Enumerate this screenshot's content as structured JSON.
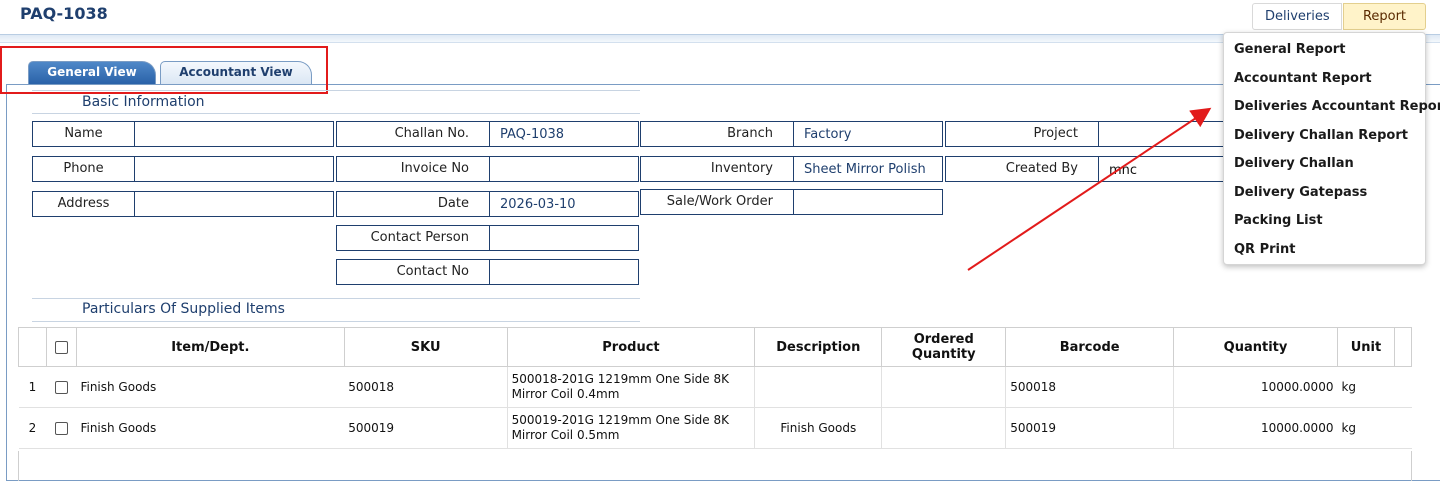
{
  "header": {
    "title": "PAQ-1038",
    "deliveries_label": "Deliveries",
    "report_label": "Report"
  },
  "tabs": [
    {
      "label": "General View"
    },
    {
      "label": "Accountant View"
    }
  ],
  "basic_info": {
    "title": "Basic Information",
    "name_label": "Name",
    "name_value": "",
    "phone_label": "Phone",
    "phone_value": "",
    "address_label": "Address",
    "address_value": "",
    "challan_label": "Challan No.",
    "challan_value": "PAQ-1038",
    "invoice_label": "Invoice No",
    "invoice_value": "",
    "date_label": "Date",
    "date_value": "2026-03-10",
    "contact_person_label": "Contact Person",
    "contact_person_value": "",
    "contact_no_label": "Contact No",
    "contact_no_value": "",
    "branch_label": "Branch",
    "branch_value": "Factory",
    "inventory_label": "Inventory",
    "inventory_value": "Sheet Mirror Polish",
    "sale_order_label": "Sale/Work Order",
    "sale_order_value": "",
    "project_label": "Project",
    "project_value": "",
    "created_by_label": "Created By",
    "created_by_value": "mnc"
  },
  "items": {
    "title": "Particulars Of Supplied Items",
    "headers": {
      "item": "Item/Dept.",
      "sku": "SKU",
      "product": "Product",
      "description": "Description",
      "ordered_quantity": "Ordered Quantity",
      "barcode": "Barcode",
      "quantity": "Quantity",
      "unit": "Unit"
    },
    "rows": [
      {
        "index": "1",
        "item": "Finish Goods",
        "sku": "500018",
        "product": "500018-201G 1219mm One Side 8K Mirror Coil 0.4mm",
        "description": "",
        "ordered_quantity": "",
        "barcode": "500018",
        "quantity": "10000.0000",
        "unit": "kg"
      },
      {
        "index": "2",
        "item": "Finish Goods",
        "sku": "500019",
        "product": "500019-201G 1219mm One Side 8K Mirror Coil 0.5mm",
        "description": "Finish Goods",
        "ordered_quantity": "",
        "barcode": "500019",
        "quantity": "10000.0000",
        "unit": "kg"
      }
    ]
  },
  "report_menu": [
    "General Report",
    "Accountant Report",
    "Deliveries Accountant Report",
    "Delivery Challan Report",
    "Delivery Challan",
    "Delivery Gatepass",
    "Packing List",
    "QR Print"
  ],
  "colors": {
    "accent": "#1f3f6e",
    "highlight": "#e21b1b",
    "report_button": "#fff3c9",
    "tab_active": "#2a62a8"
  }
}
